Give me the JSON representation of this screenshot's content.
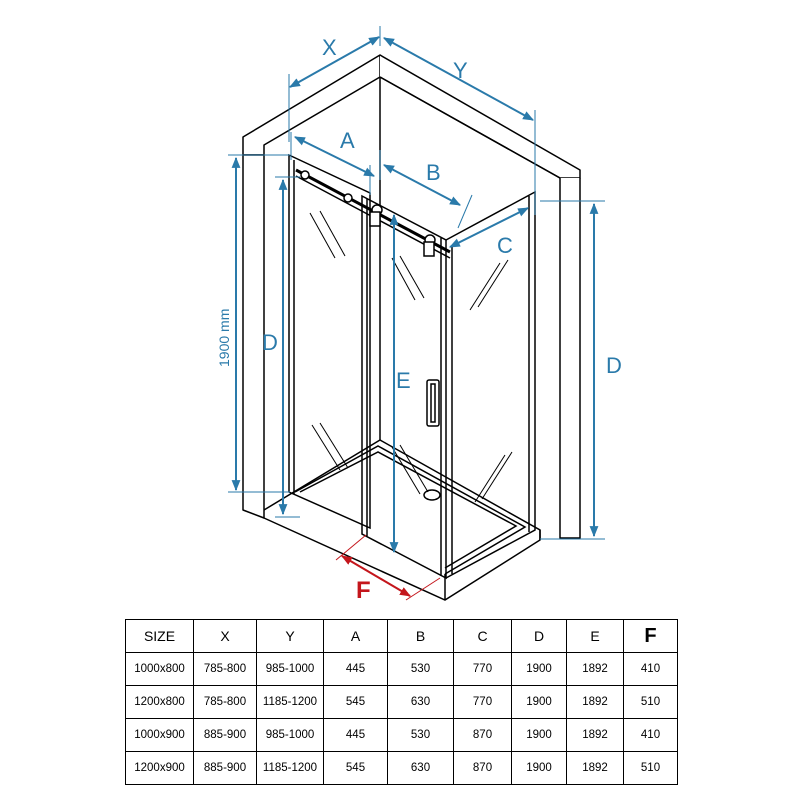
{
  "diagram": {
    "labels": {
      "x": "X",
      "y": "Y",
      "a": "A",
      "b": "B",
      "c": "C",
      "d_left": "D",
      "d_right": "D",
      "e": "E",
      "f": "F",
      "height": "1900 mm"
    },
    "colors": {
      "dimension": "#2a7aaa",
      "highlight": "#c4161c",
      "outline": "#000000"
    }
  },
  "table": {
    "headers": [
      "SIZE",
      "X",
      "Y",
      "A",
      "B",
      "C",
      "D",
      "E",
      "F"
    ],
    "rows": [
      [
        "1000x800",
        "785-800",
        "985-1000",
        "445",
        "530",
        "770",
        "1900",
        "1892",
        "410"
      ],
      [
        "1200x800",
        "785-800",
        "1185-1200",
        "545",
        "630",
        "770",
        "1900",
        "1892",
        "510"
      ],
      [
        "1000x900",
        "885-900",
        "985-1000",
        "445",
        "530",
        "870",
        "1900",
        "1892",
        "410"
      ],
      [
        "1200x900",
        "885-900",
        "1185-1200",
        "545",
        "630",
        "870",
        "1900",
        "1892",
        "510"
      ]
    ]
  }
}
